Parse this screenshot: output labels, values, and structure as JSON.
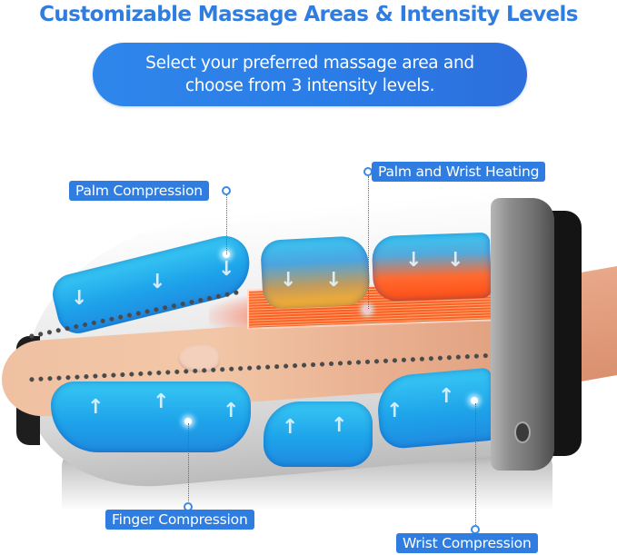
{
  "header": {
    "title": "Customizable Massage Areas & Intensity Levels",
    "subtitle_line1": "Select your preferred massage area and",
    "subtitle_line2": "choose from 3 intensity levels."
  },
  "callouts": {
    "palm_compression": "Palm Compression",
    "palm_wrist_heating": "Palm and Wrist Heating",
    "finger_compression": "Finger Compression",
    "wrist_compression": "Wrist Compression"
  },
  "illustration": {
    "subject": "hand massager device with hand inserted",
    "airbag_color": "#1ea4ea",
    "heat_color": "#ff4e14",
    "accent_color": "#2f7de0",
    "top_airbag_arrows": "down-arrow-icon",
    "bottom_airbag_arrows": "up-arrow-icon",
    "arrow_glyph_down": "↓",
    "arrow_glyph_up": "↑"
  },
  "colors": {
    "title": "#2f7de0",
    "pill": "#2a7be6",
    "label_bg": "#2f7de0",
    "label_text": "#ffffff"
  }
}
